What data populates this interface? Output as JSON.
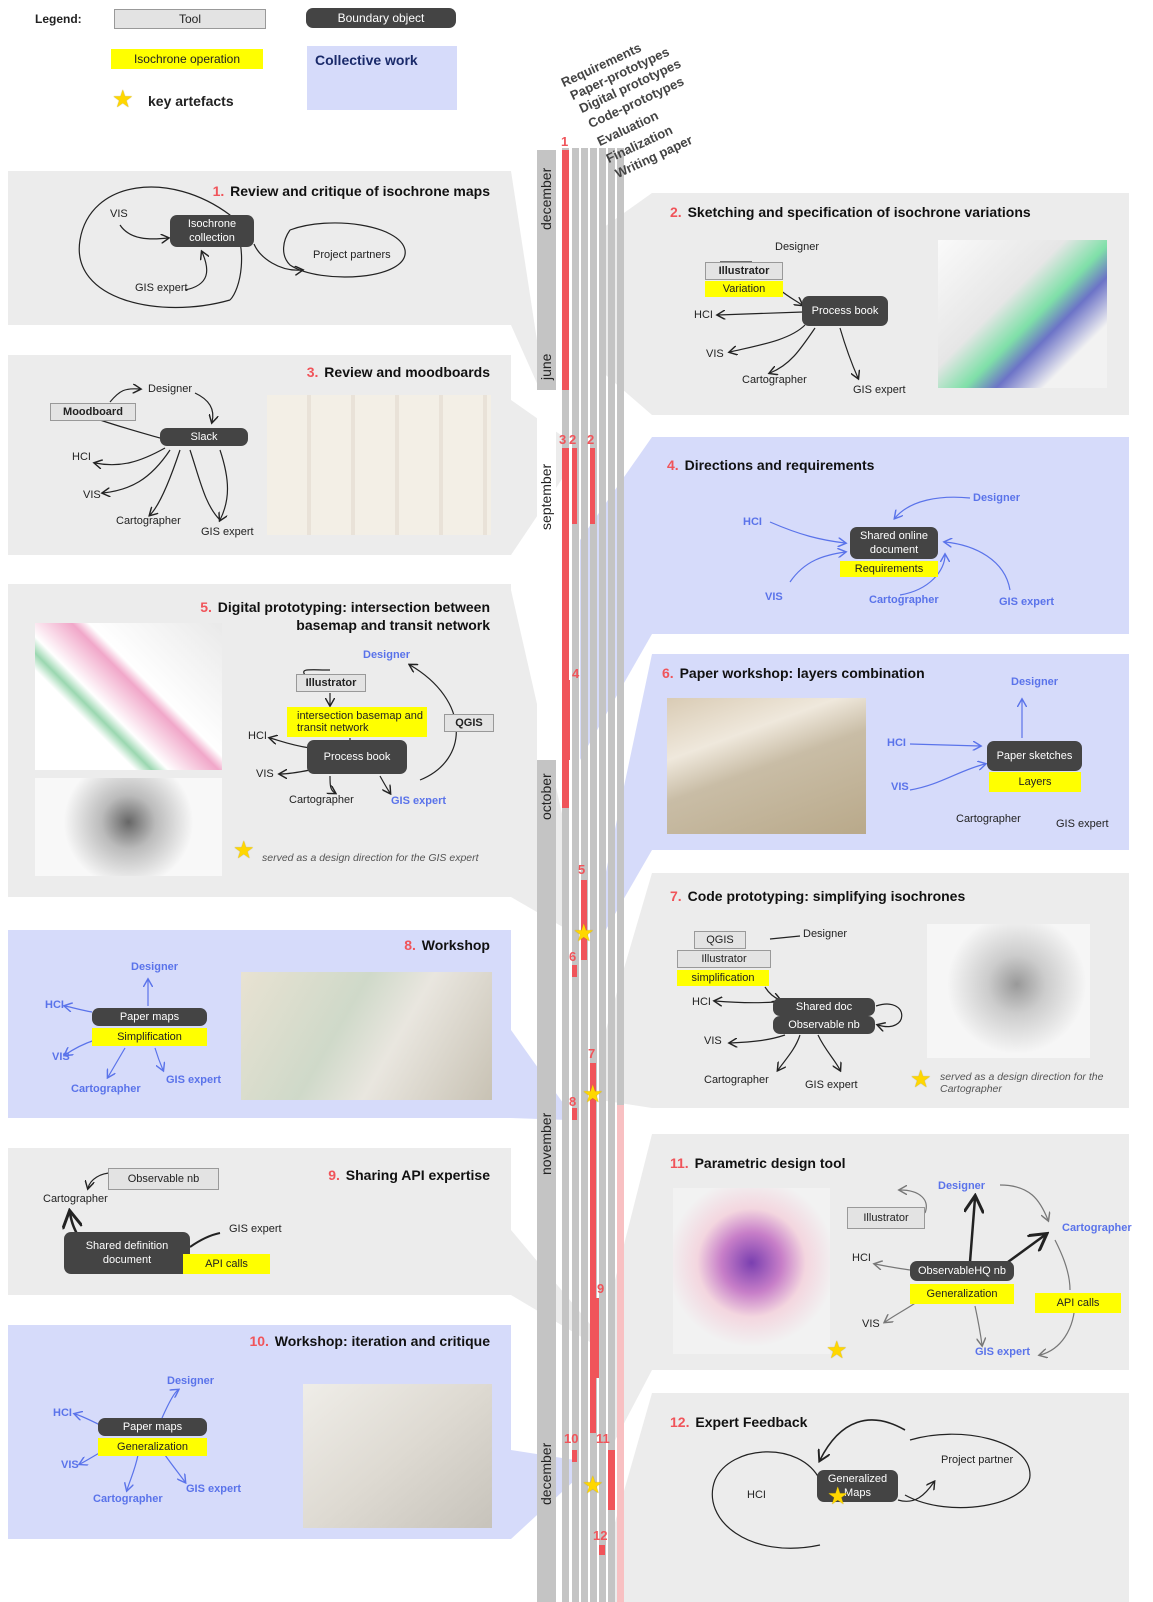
{
  "legend": {
    "label": "Legend:",
    "tool": "Tool",
    "boundary": "Boundary object",
    "isochrone": "Isochrone operation",
    "collective": "Collective work",
    "key": "key artefacts"
  },
  "columns": [
    "Requirements",
    "Paper-prototypes",
    "Digital prototypes",
    "Code-prototypes",
    "Evaluation",
    "Finalization",
    "Writing paper"
  ],
  "months": [
    "december",
    "june",
    "september",
    "october",
    "november",
    "december"
  ],
  "timeline_numbers": [
    "1",
    "3",
    "2",
    "2",
    "4",
    "5",
    "6",
    "7",
    "8",
    "9",
    "10",
    "11",
    "12"
  ],
  "p1": {
    "num": "1.",
    "title": "Review and critique of isochrone maps",
    "bo": "Isochrone collection",
    "vis": "VIS",
    "gis": "GIS expert",
    "partners": "Project partners"
  },
  "p2": {
    "num": "2.",
    "title": "Sketching and specification of isochrone variations",
    "designer": "Designer",
    "tool": "Illustrator",
    "iso": "Variation",
    "bo": "Process book",
    "hci": "HCI",
    "vis": "VIS",
    "carto": "Cartographer",
    "gis": "GIS expert"
  },
  "p3": {
    "num": "3.",
    "title": "Review and moodboards",
    "designer": "Designer",
    "tool": "Moodboard",
    "bo": "Slack",
    "hci": "HCI",
    "vis": "VIS",
    "carto": "Cartographer",
    "gis": "GIS expert"
  },
  "p4": {
    "num": "4.",
    "title": "Directions and requirements",
    "designer": "Designer",
    "hci": "HCI",
    "bo": "Shared online document",
    "iso": "Requirements",
    "vis": "VIS",
    "carto": "Cartographer",
    "gis": "GIS expert"
  },
  "p5": {
    "num": "5.",
    "title1": "Digital prototyping: intersection between",
    "title2": "basemap and transit network",
    "designer": "Designer",
    "tool": "Illustrator",
    "tool2": "QGIS",
    "iso": "intersection basemap and transit network",
    "bo": "Process book",
    "hci": "HCI",
    "vis": "VIS",
    "carto": "Cartographer",
    "gis": "GIS expert",
    "note": "served as a design direction for the GIS expert"
  },
  "p6": {
    "num": "6.",
    "title": "Paper workshop: layers combination",
    "designer": "Designer",
    "hci": "HCI",
    "vis": "VIS",
    "bo": "Paper sketches",
    "iso": "Layers",
    "carto": "Cartographer",
    "gis": "GIS expert"
  },
  "p7": {
    "num": "7.",
    "title": "Code prototyping: simplifying isochrones",
    "tool": "QGIS",
    "tool2": "Illustrator",
    "iso": "simplification",
    "designer": "Designer",
    "hci": "HCI",
    "bo1": "Shared doc",
    "bo2": "Observable nb",
    "vis": "VIS",
    "carto": "Cartographer",
    "gis": "GIS expert",
    "note": "served as a design direction for the Cartographer"
  },
  "p8": {
    "num": "8.",
    "title": "Workshop",
    "designer": "Designer",
    "hci": "HCI",
    "bo": "Paper maps",
    "iso": "Simplification",
    "vis": "VIS",
    "carto": "Cartographer",
    "gis": "GIS expert"
  },
  "p9": {
    "num": "9.",
    "title": "Sharing API expertise",
    "carto": "Cartographer",
    "tool": "Observable nb",
    "bo": "Shared definition document",
    "iso": "API calls",
    "gis": "GIS expert"
  },
  "p10": {
    "num": "10.",
    "title": "Workshop: iteration and critique",
    "designer": "Designer",
    "hci": "HCI",
    "bo": "Paper maps",
    "iso": "Generalization",
    "vis": "VIS",
    "carto": "Cartographer",
    "gis": "GIS expert"
  },
  "p11": {
    "num": "11.",
    "title": "Parametric design tool",
    "designer": "Designer",
    "tool": "Illustrator",
    "carto": "Cartographer",
    "hci": "HCI",
    "bo": "ObservableHQ nb",
    "iso": "Generalization",
    "iso2": "API calls",
    "vis": "VIS",
    "gis": "GIS expert"
  },
  "p12": {
    "num": "12.",
    "title": "Expert Feedback",
    "hci": "HCI",
    "bo": "Generalized Maps",
    "partner": "Project partner"
  },
  "colors": {
    "red": "#f0545a",
    "grey_panel": "#ececec",
    "blue_panel": "#d6dbfa",
    "boundary": "#444444",
    "iso": "#ffff00",
    "actor_blue": "#5a73ea"
  }
}
